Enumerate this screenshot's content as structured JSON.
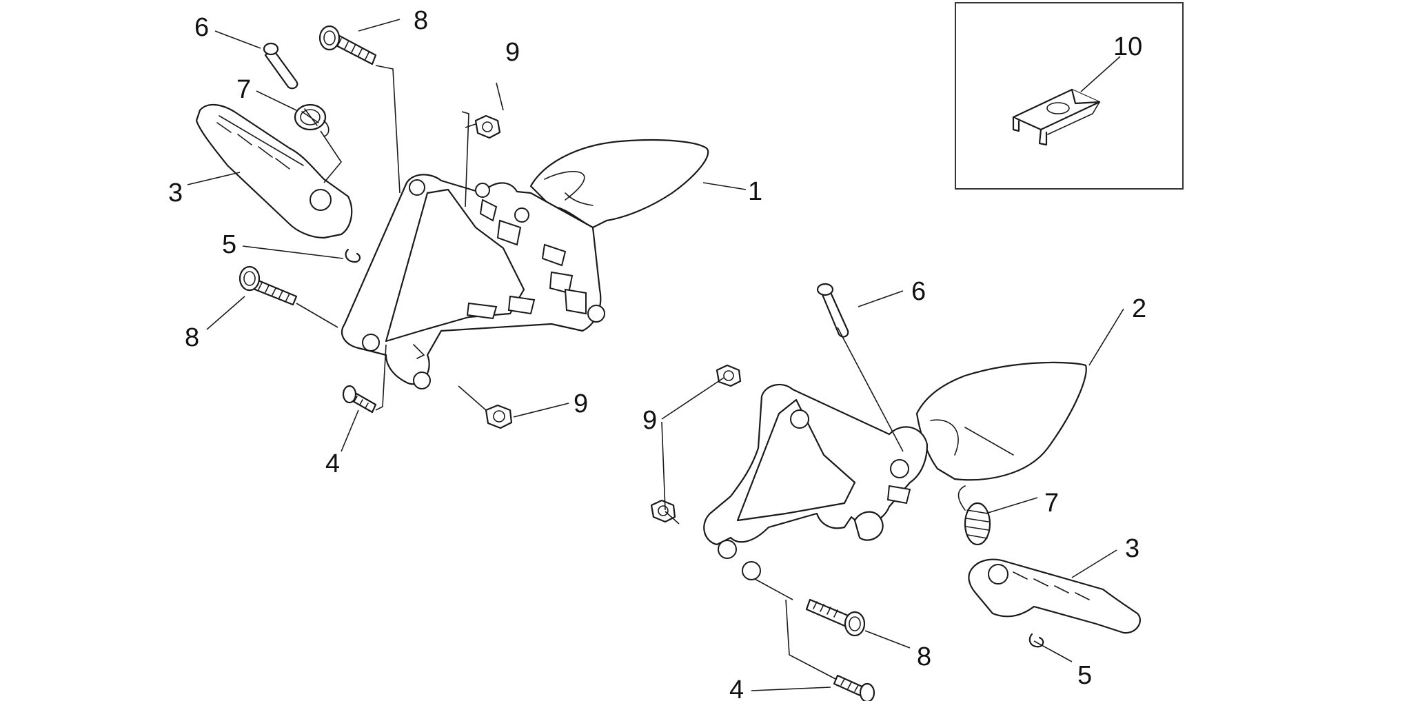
{
  "callouts": [
    {
      "id": "c6a",
      "label": "6"
    },
    {
      "id": "c8a",
      "label": "8"
    },
    {
      "id": "c9a",
      "label": "9"
    },
    {
      "id": "c7a",
      "label": "7"
    },
    {
      "id": "c3a",
      "label": "3"
    },
    {
      "id": "c1",
      "label": "1"
    },
    {
      "id": "c5a",
      "label": "5"
    },
    {
      "id": "c8b",
      "label": "8"
    },
    {
      "id": "c9b",
      "label": "9"
    },
    {
      "id": "c4a",
      "label": "4"
    },
    {
      "id": "c10",
      "label": "10"
    },
    {
      "id": "c6b",
      "label": "6"
    },
    {
      "id": "c2",
      "label": "2"
    },
    {
      "id": "c9c",
      "label": "9"
    },
    {
      "id": "c7b",
      "label": "7"
    },
    {
      "id": "c3b",
      "label": "3"
    },
    {
      "id": "c8c",
      "label": "8"
    },
    {
      "id": "c5b",
      "label": "5"
    },
    {
      "id": "c4b",
      "label": "4"
    }
  ]
}
